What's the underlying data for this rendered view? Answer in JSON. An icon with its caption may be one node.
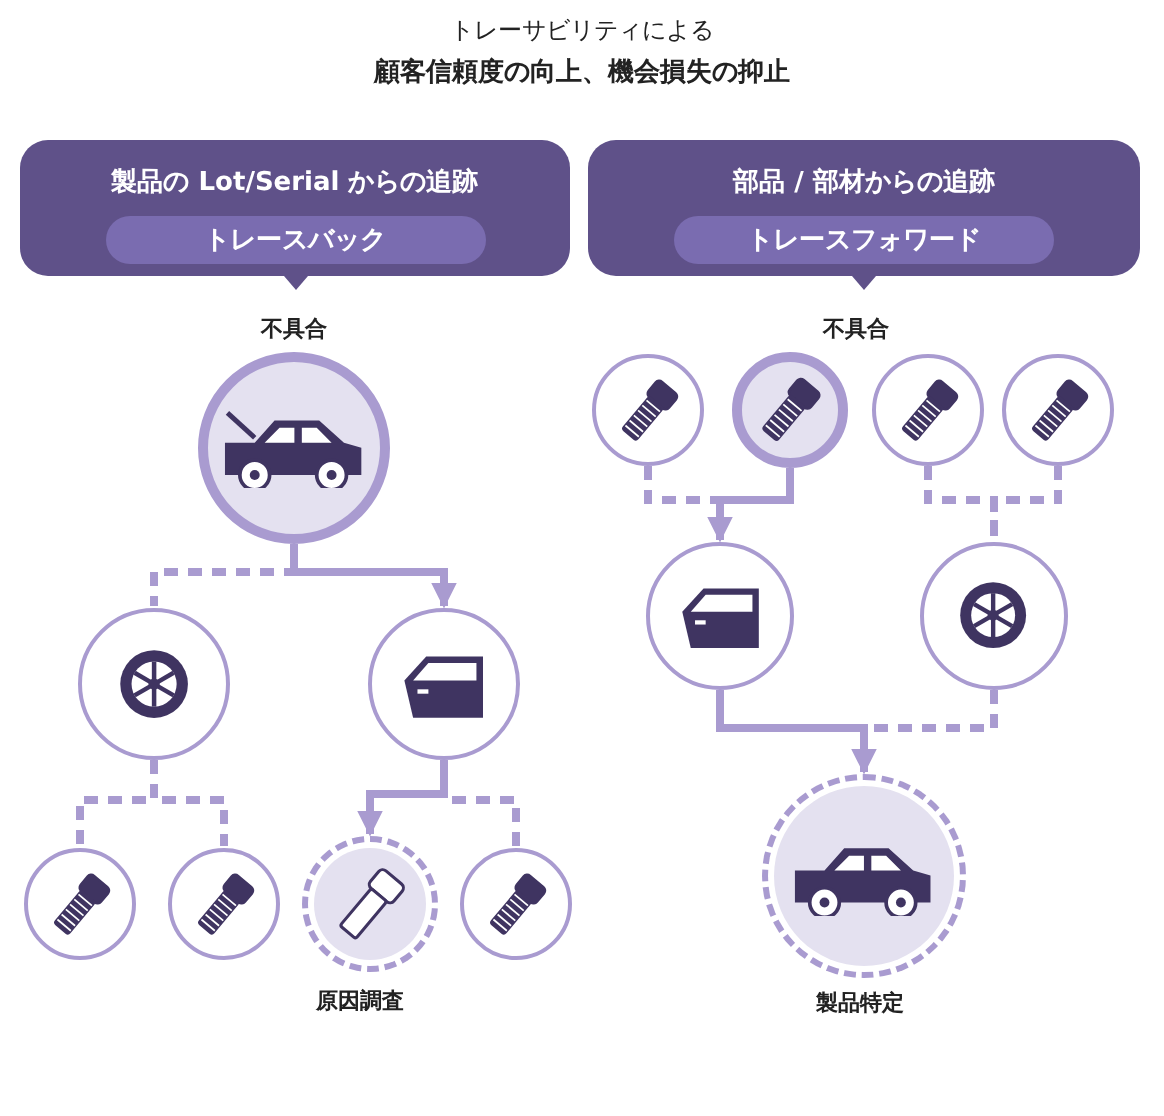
{
  "diagram": {
    "title": "顧客信頼度の向上、機会損失の抑止",
    "labels": [
      "トレーサビリティによる"
    ],
    "nodes": [
      {
        "text": [
          "製品の Lot/Serial からの追跡"
        ]
      },
      {
        "text": [
          "トレースバック"
        ],
        "in": 0
      },
      {
        "text": [
          "部品 / 部材からの追跡"
        ]
      },
      {
        "text": [
          "トレースフォワード"
        ],
        "in": 2
      },
      {
        "text": [],
        "shape": "circle",
        "beside": [
          "不具合"
        ]
      },
      {
        "text": [],
        "shape": "circle"
      },
      {
        "text": [],
        "shape": "circle"
      },
      {
        "text": [],
        "shape": "circle"
      },
      {
        "text": [],
        "shape": "circle"
      },
      {
        "text": [],
        "shape": "circle",
        "beside": [
          "原因調査"
        ]
      },
      {
        "text": [],
        "shape": "circle"
      },
      {
        "text": [],
        "shape": "circle"
      },
      {
        "text": [],
        "shape": "circle",
        "beside": [
          "不具合"
        ]
      },
      {
        "text": [],
        "shape": "circle"
      },
      {
        "text": [],
        "shape": "circle"
      },
      {
        "text": [],
        "shape": "circle"
      },
      {
        "text": [],
        "shape": "circle"
      },
      {
        "text": [],
        "shape": "circle",
        "beside": [
          "製品特定"
        ]
      }
    ],
    "edges": [
      {
        "from": 4,
        "to": 5,
        "arrow": "none",
        "style": "dashed"
      },
      {
        "from": 4,
        "to": 6,
        "arrow": "to"
      },
      {
        "from": 5,
        "to": 7,
        "arrow": "none",
        "style": "dashed"
      },
      {
        "from": 5,
        "to": 8,
        "arrow": "none",
        "style": "dashed"
      },
      {
        "from": 6,
        "to": 9,
        "arrow": "to"
      },
      {
        "from": 6,
        "to": 10,
        "arrow": "none",
        "style": "dashed"
      },
      {
        "from": 11,
        "to": 15,
        "arrow": "none",
        "style": "dashed"
      },
      {
        "from": 12,
        "to": 15,
        "arrow": "to"
      },
      {
        "from": 13,
        "to": 16,
        "arrow": "none",
        "style": "dashed"
      },
      {
        "from": 14,
        "to": 16,
        "arrow": "none",
        "style": "dashed"
      },
      {
        "from": 15,
        "to": 17,
        "arrow": "to"
      },
      {
        "from": 16,
        "to": 17,
        "arrow": "none",
        "style": "dashed"
      }
    ]
  }
}
